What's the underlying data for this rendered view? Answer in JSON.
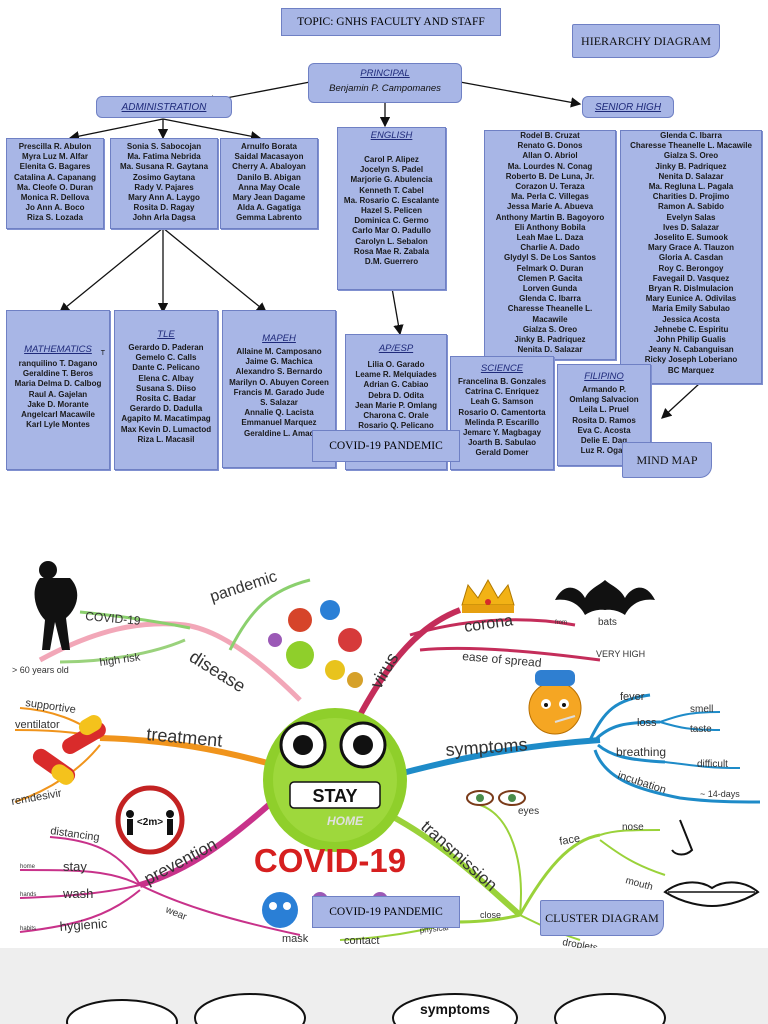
{
  "topic": "TOPIC: GNHS FACULTY AND STAFF",
  "hierarchy_label": "HIERARCHY DIAGRAM",
  "principal": {
    "title": "PRINCIPAL",
    "name": "Benjamin P. Campomanes"
  },
  "administration": {
    "title": "ADMINISTRATION",
    "col1": [
      "Prescilla R. Abulon",
      "Myra Luz M. Alfar",
      "Elenita G. Bagares",
      "Catalina A. Capanang",
      "Ma. Cleofe O. Duran",
      "Monica R. Dellova",
      "Jo Ann A. Boco",
      "Riza S. Lozada"
    ],
    "col2": [
      "Sonia S. Sabocojan",
      "Ma. Fatima Nebrida",
      "Ma. Susana R. Gaytana",
      "Zosimo Gaytana",
      "Rady V. Pajares",
      "Mary Ann A. Laygo",
      "Rosita D. Ragay",
      "John Arla Dagsa"
    ],
    "col3": [
      "Arnulfo Borata",
      "Saidal Macasayon",
      "Cherry A. Abaloyan",
      "Danilo B. Abigan",
      "Anna May Ocale",
      "Mary Jean Dagame",
      "Alda A. Gagatiga",
      "Gemma Labrento"
    ]
  },
  "english": {
    "title": "ENGLISH",
    "names": [
      "Carol P. Alipez",
      "Jocelyn S. Padel",
      "Marjorie G. Abulencia",
      "Kenneth T. Cabel",
      "Ma. Rosario C. Escalante",
      "Hazel S. Pelicen",
      "Dominica C. Germo",
      "Carlo Mar O. Padullo",
      "Carolyn L. Sebalon",
      "Rosa Mae R. Zabala",
      "D.M. Guerrero"
    ]
  },
  "senior_high": {
    "title": "SENIOR HIGH",
    "col1": [
      "Rodel B. Cruzat",
      "Renato G. Donos",
      "Allan O. Abriol",
      "Ma. Lourdes N. Conag",
      "Roberto B. De Luna, Jr.",
      "Corazon U. Teraza",
      "Ma. Perla C. Villegas",
      "Jessa Marie A. Abueva",
      "Anthony Martin B. Bagoyoro",
      "Eli Anthony Bobila",
      "Leah Mae L. Daza",
      "Charlie A. Dado",
      "Glydyl S. De Los Santos",
      "Felmark O. Duran",
      "Clemen P. Gacita",
      "Lorven Gunda",
      "Glenda C. Ibarra",
      "Charesse Theanelle L.",
      "Macawile",
      "Gialza S. Oreo",
      "Jinky B. Padriquez",
      "Nenita D. Salazar"
    ],
    "col2": [
      "Glenda C. Ibarra",
      "Charesse Theanelle L. Macawile",
      "Gialza S. Oreo",
      "Jinky B. Padriquez",
      "Nenita D. Salazar",
      "Ma. Regluna L. Pagala",
      "Charities D. Projimo",
      "Ramon A. Sabido",
      "Evelyn Salas",
      "Ives D. Salazar",
      "Joselito E. Sumook",
      "Mary Grace A. Tlauzon",
      "Gloria A. Casdan",
      "Roy C. Berongoy",
      "Favegail D. Vasquez",
      "Bryan R. Dislmulacion",
      "Mary Eunice A. Odivilas",
      "Maria Emily Sabulao",
      "Jessica Acosta",
      "Jehnebe C. Espiritu",
      "John Philip Gualis",
      "Jeany N. Cabanguisan",
      "Ricky Joseph Loberiano",
      "BC Marquez"
    ]
  },
  "mathematics": {
    "title": "MATHEMATICS",
    "mark": "T",
    "names": [
      "ranquilino T. Dagano",
      "Geraldine T. Beros",
      "Maria Delma D. Calbog",
      "Raul A. Gajelan",
      "Jake D. Morante",
      "Angelcarl Macawile",
      "Karl Lyle Montes"
    ]
  },
  "tle": {
    "title": "TLE",
    "names": [
      "Gerardo D. Paderan",
      "Gemelo C. Calls",
      "Dante C. Pelicano",
      "Elena C. Albay",
      "Susana S. Diiso",
      "Rosita C. Badar",
      "Gerardo D. Dadulla",
      "Agapito M. Macatimpag",
      "Max Kevin D. Lumactod",
      "Riza L. Macasil"
    ]
  },
  "mapeh": {
    "title": "MAPEH",
    "names": [
      "Allaine M. Camposano",
      "Jaime G. Machica",
      "Alexandro S. Bernardo",
      "Marilyn O. Abuyen Coreen",
      "Francis M. Garado Jude",
      "S. Salazar",
      "Annalie Q. Lacista",
      "Emmanuel Marquez",
      "Geraldine L. Amac"
    ]
  },
  "apesp": {
    "title": "AP/ESP",
    "names": [
      "Lilia O. Garado",
      "Leame R. Melquiades",
      "Adrian G. Cabiao",
      "Debra D. Odita",
      "Jean Marie P. Omlang",
      "Charona C. Orale",
      "Rosario Q. Pelicano"
    ]
  },
  "science": {
    "title": "SCIENCE",
    "names": [
      "Francelina B. Gonzales",
      "Catrina C. Enriquez",
      "Leah G. Samson",
      "Rosario O. Camentorta",
      "Melinda P. Escarillo",
      "Jemarc Y. Magbagay",
      "Joarth B. Sabulao",
      "Gerald Domer"
    ]
  },
  "filipino": {
    "title": "FILIPINO",
    "names": [
      "Armando P.",
      "Omlang Salvacion",
      "Leila L. Pruel",
      "Rosita D. Ramos",
      "Eva C. Acosta",
      "Delie E. Dag",
      "Luz R. Ogab"
    ]
  },
  "covid_label_top": "COVID-19 PANDEMIC",
  "mind_map_label": "MIND MAP",
  "mindmap": {
    "center_stay": "STAY",
    "center_home": "HOME",
    "center_title": "COVID-19",
    "disease": "disease",
    "pandemic": "pandemic",
    "covid19": "COVID-19",
    "high_risk": "high risk",
    "age": "> 60 years old",
    "virus": "virus",
    "corona": "corona",
    "from": "from",
    "bats": "bats",
    "ease": "ease of spread",
    "very_high": "VERY HIGH",
    "symptoms": "symptoms",
    "fever": "fever",
    "loss": "loss",
    "smell": "smell",
    "taste": "taste",
    "breathing": "breathing",
    "difficult": "difficult",
    "incubation": "incubation",
    "days": "~ 14-days",
    "transmission": "transmission",
    "eyes": "eyes",
    "face": "face",
    "nose": "nose",
    "mouth": "mouth",
    "close": "close",
    "physical": "physical",
    "contact": "contact",
    "droplets": "droplets",
    "treatment": "treatment",
    "supportive": "supportive",
    "ventilator": "ventilator",
    "remdesivir": "remdesivir",
    "prevention": "prevention",
    "distancing": "distancing",
    "home": "home",
    "stay": "stay",
    "hands": "hands",
    "wash": "wash",
    "habits": "habits",
    "hygienic": "hygienic",
    "wear": "wear",
    "mask": "mask",
    "sign": "<2m>"
  },
  "covid_label_bottom": "COVID-19 PANDEMIC",
  "cluster_label": "CLUSTER DIAGRAM",
  "bottom_bubble_text": "symptoms",
  "colors": {
    "box": "#a8b6e6",
    "border": "#6f80c4",
    "title": "#1f2a7a"
  }
}
